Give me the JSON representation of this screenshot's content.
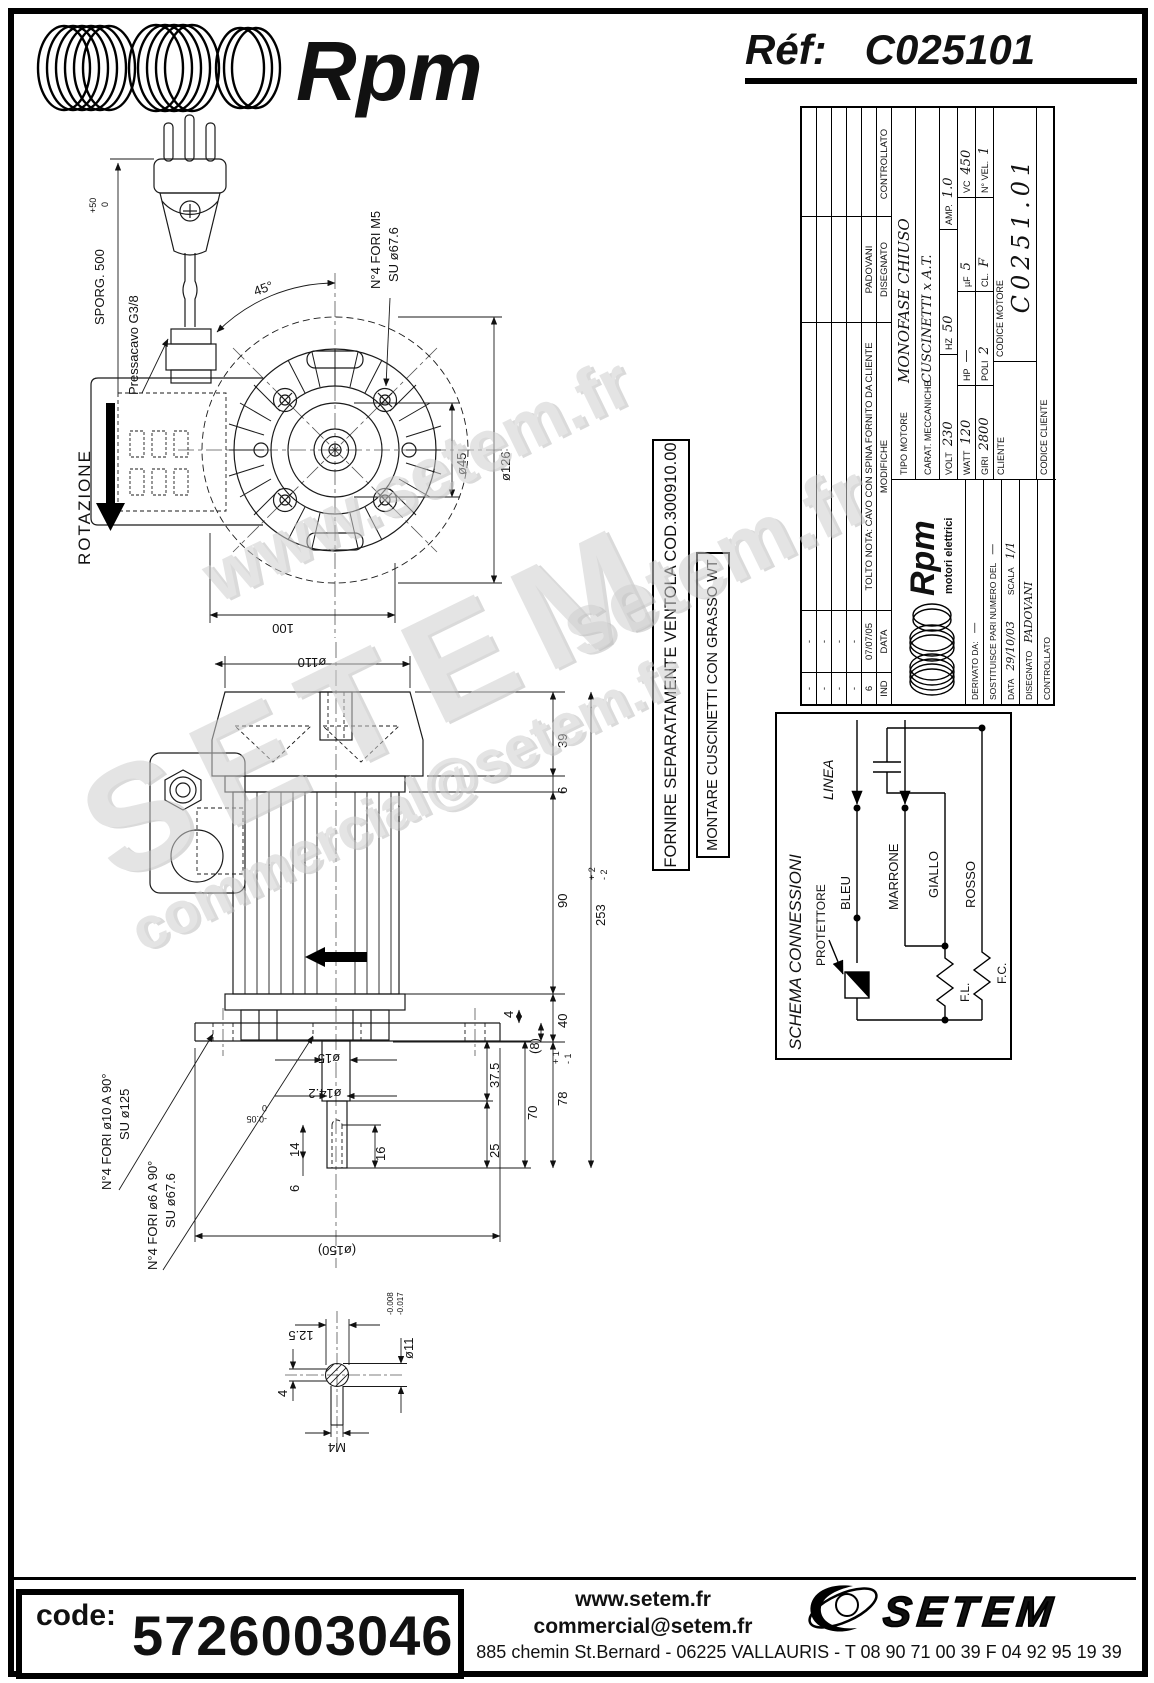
{
  "header": {
    "brand": "Rpm",
    "ref_label": "Réf:",
    "ref_value": "C025101"
  },
  "front_view": {
    "sporg": "SPORG. 500",
    "sporg_tol_up": "+50",
    "sporg_tol_dn": "0",
    "pressacavo": "Pressacavo G3/8",
    "rotazione": "ROTAZIONE",
    "angle": "45°",
    "fori_m5_line1": "N°4 FORI M5",
    "fori_m5_line2": "SU ø67.6",
    "dia45": "ø45",
    "dia126": "ø126",
    "dim100": "100"
  },
  "side_view": {
    "dia110": "ø110",
    "dim39": "39",
    "dim6_top": "6",
    "dim90": "90",
    "dim253": "253",
    "dim253_tol_up": "+ 2",
    "dim253_tol_dn": "- 2",
    "dim40": "40",
    "dim4": "4",
    "dim8": "(8)",
    "dia15": "ø15",
    "dia142": "ø14.2",
    "dia142_tol_up": "0",
    "dia142_tol_dn": "-0.05",
    "dim14": "14",
    "dim16": "16",
    "dim6_bot": "6",
    "dim375": "37.5",
    "dim70": "70",
    "dim78": "78",
    "dim78_tol_up": "+ 1",
    "dim78_tol_dn": "- 1",
    "dim25": "25",
    "dia150": "(ø150)",
    "fori10_line1": "N°4 FORI ø10 A 90°",
    "fori10_line2": "SU ø125",
    "fori6_line1": "N°4 FORI ø6 A 90°",
    "fori6_line2": "SU ø67.6"
  },
  "detail_view": {
    "dim125": "12.5",
    "dim4": "4",
    "dia11": "ø11",
    "dia11_tol_up": "-0.008",
    "dia11_tol_dn": "-0.017",
    "m4": "M4"
  },
  "notes": {
    "note1": "FORNIRE SEPARATAMENTE VENTOLA COD.300910.00",
    "note2": "MONTARE CUSCINETTI CON GRASSO WT"
  },
  "title_block": {
    "revisions": {
      "empty_rows": [
        [
          "-",
          "-"
        ],
        [
          "-",
          "-"
        ],
        [
          "-",
          "-"
        ],
        [
          "-",
          "-"
        ]
      ],
      "row6": {
        "ind": "6",
        "data": "07/07/05",
        "modifiche": "TOLTO NOTA: CAVO CON SPINA FORNITO DA CLIENTE",
        "disegnato": "PADOVANI"
      },
      "headers": {
        "ind": "IND",
        "data": "DATA",
        "modifiche": "MODIFICHE",
        "disegnato": "DISEGNATO",
        "controllato": "CONTROLLATO"
      }
    },
    "logo": {
      "brand": "Rpm",
      "subtitle": "motori elettrici"
    },
    "meta": {
      "derivato_label": "DERIVATO DA:",
      "derivato_value": "—",
      "sostituisce_label": "SOSTITUISCE PARI NUMERO DEL",
      "sostituisce_value": "—",
      "data_label": "DATA",
      "data_value": "29/10/03",
      "scala_label": "SCALA",
      "scala_value": "1/1",
      "disegnato_label": "DISEGNATO",
      "disegnato_value": "PADOVANI",
      "controllato_label": "CONTROLLATO"
    },
    "specs": {
      "tipo_label": "TIPO MOTORE",
      "tipo_value": "MONOFASE CHIUSO",
      "carat_label": "CARAT. MECCANICHE",
      "carat_value": "CUSCINETTI x A.T.",
      "volt_label": "VOLT",
      "volt_value": "230",
      "hz_label": "HZ",
      "hz_value": "50",
      "amp_label": "AMP.",
      "amp_value": "1.0",
      "watt_label": "WATT",
      "watt_value": "120",
      "hp_label": "HP",
      "hp_value": "—",
      "uf_label": "µF",
      "uf_value": "5",
      "vc_label": "VC",
      "vc_value": "450",
      "giri_label": "GIRI",
      "giri_value": "2800",
      "poli_label": "POLI",
      "poli_value": "2",
      "cl_label": "CL.",
      "cl_value": "F",
      "nvel_label": "N° VEL.",
      "nvel_value": "1"
    },
    "cliente_label": "CLIENTE",
    "codice_motore_label": "CODICE MOTORE",
    "codice_motore_value": "C0251.01",
    "codice_cliente_label": "CODICE CLIENTE"
  },
  "schema": {
    "title": "SCHEMA CONNESSIONI",
    "linea": "LINEA",
    "bleu": "BLEU",
    "marrone": "MARRONE",
    "giallo": "GIALLO",
    "rosso": "ROSSO",
    "protettore": "PROTETTORE",
    "fl": "F.L.",
    "fc": "F.C."
  },
  "watermarks": {
    "wm1": "www.setem.fr",
    "wm2": "SETEM",
    "wm3": "commercial@setem.fr",
    "wm4": "setem.fr"
  },
  "footer": {
    "code_label": "code:",
    "code_value": "5726003046",
    "site": "www.setem.fr",
    "email": "commercial@setem.fr",
    "address": "885 chemin St.Bernard  -  06225 VALLAURIS  -  T 08 90 71 00 39   F 04 92 95 19 39",
    "brand": "SETEM"
  }
}
